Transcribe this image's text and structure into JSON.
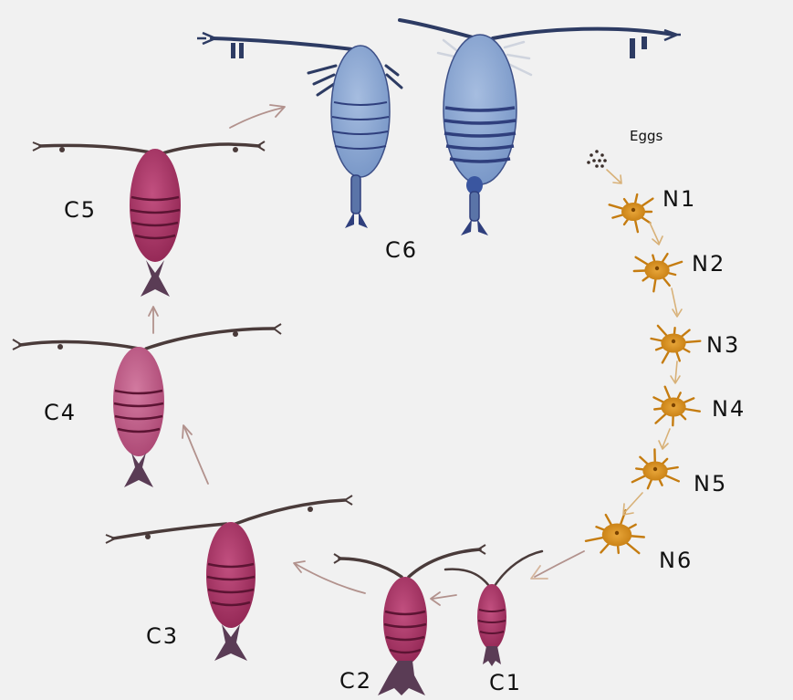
{
  "labels": {
    "eggs": "Eggs",
    "n1": "N1",
    "n2": "N2",
    "n3": "N3",
    "n4": "N4",
    "n5": "N5",
    "n6": "N6",
    "c1": "C1",
    "c2": "C2",
    "c3": "C3",
    "c4": "C4",
    "c5": "C5",
    "c6": "C6"
  },
  "colors": {
    "background": "#f1f1f1",
    "copepodite": "#9e2b57",
    "copepodite_light": "#c85b83",
    "adult": "#7d9bc9",
    "adult_stripes": "#2f3f7d",
    "nauplius": "#d8921c",
    "arrow": "#b2928d"
  }
}
